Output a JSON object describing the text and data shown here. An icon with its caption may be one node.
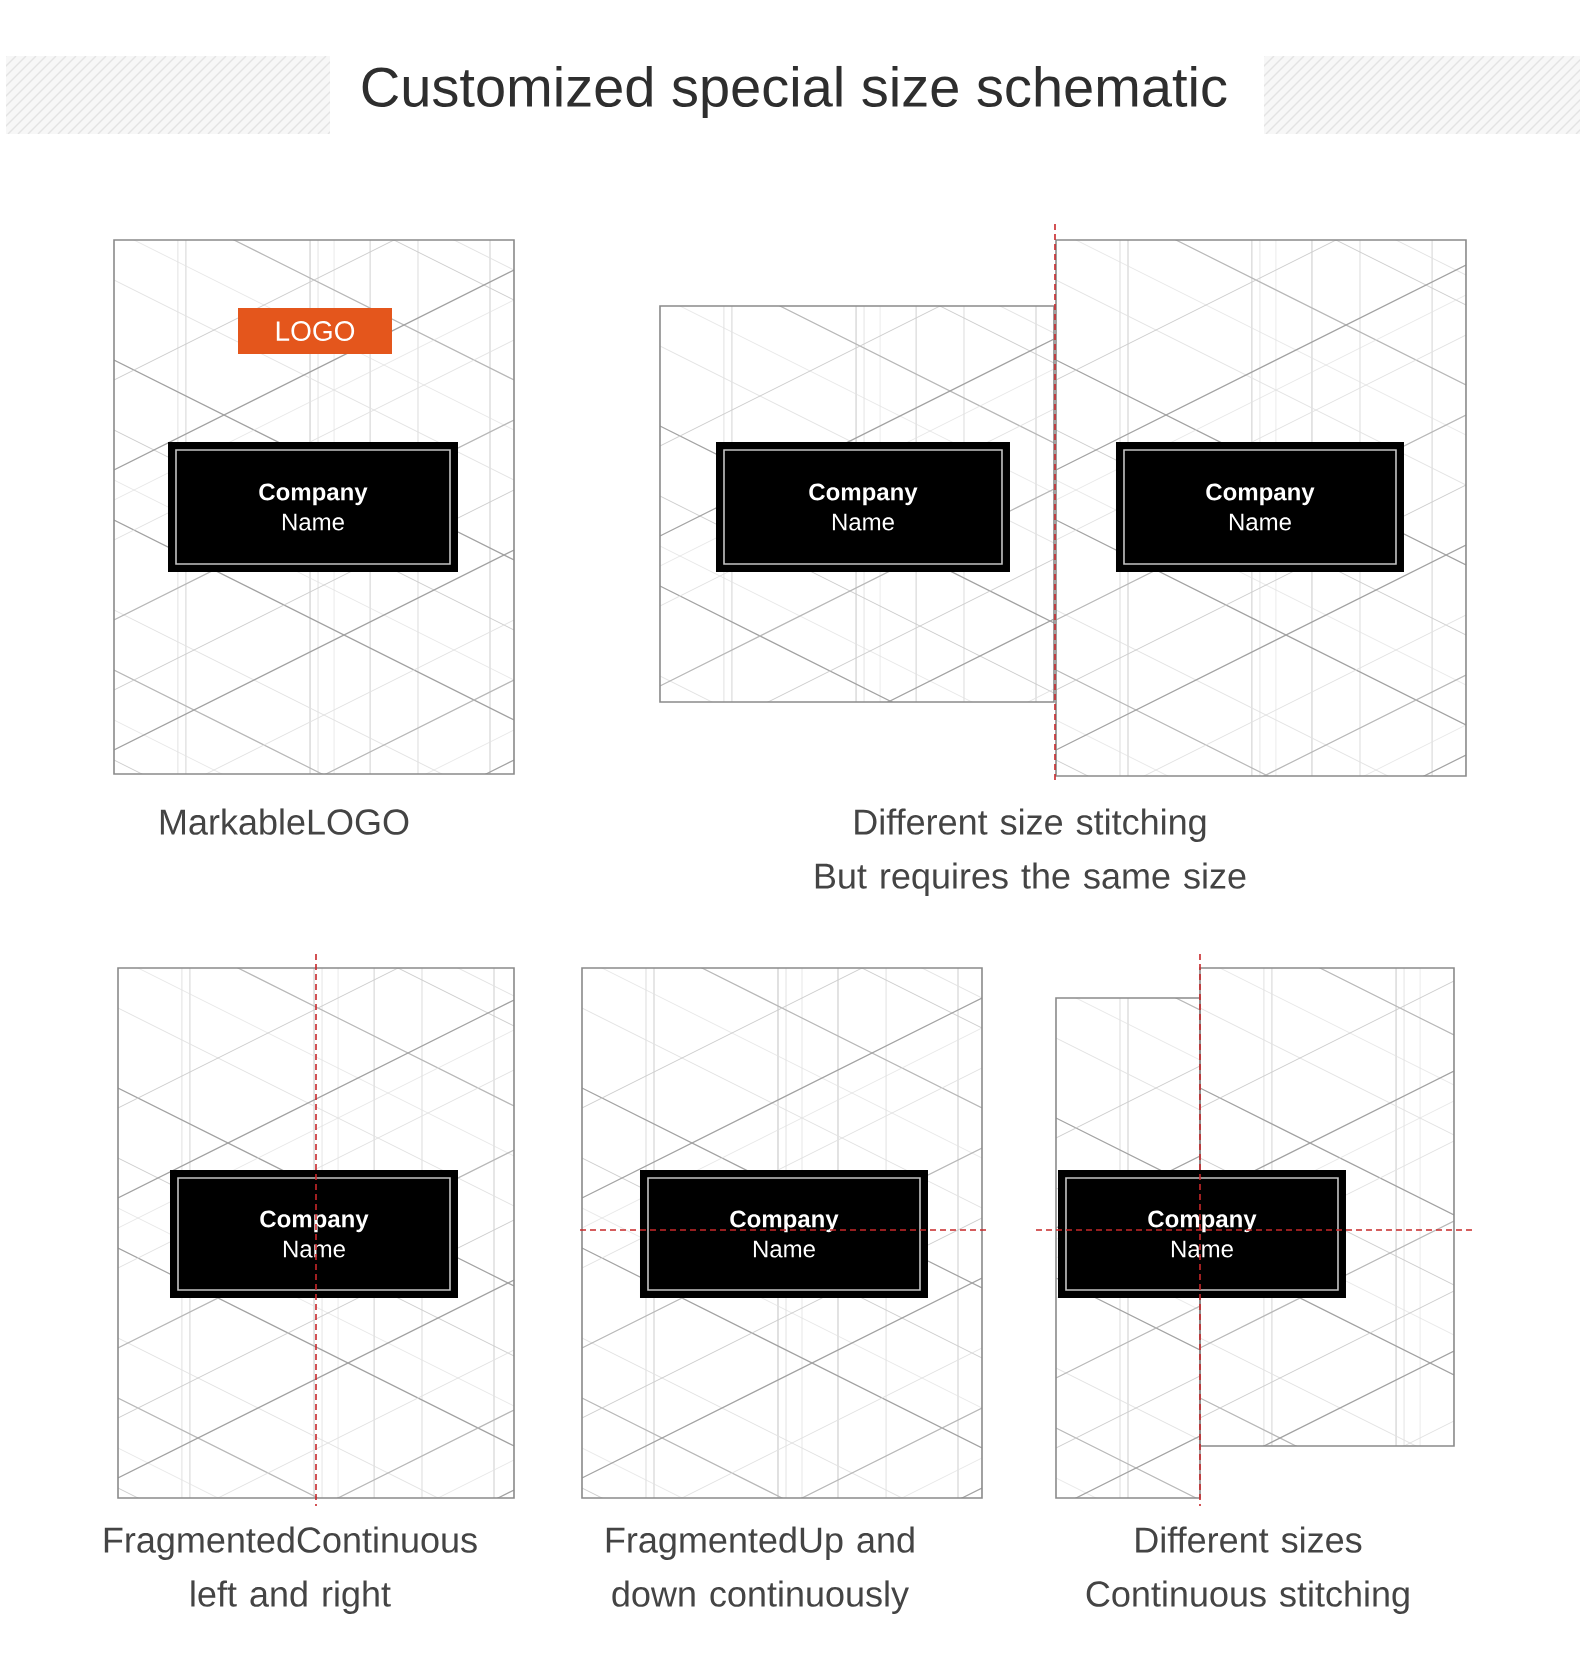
{
  "diagram": {
    "title": "Customized special size schematic",
    "nodes": [
      {
        "text": [],
        "shape": "box"
      },
      {
        "text": [
          "LOGO"
        ],
        "in": 0
      },
      {
        "text": [
          "**Company** Name"
        ],
        "in": 0
      },
      {
        "text": [],
        "shape": "box"
      },
      {
        "text": [
          "**Company** Name"
        ],
        "in": 3
      },
      {
        "text": [],
        "shape": "box"
      },
      {
        "text": [
          "**Company** Name"
        ],
        "in": 5
      },
      {
        "text": [],
        "shape": "box"
      },
      {
        "text": [
          "**Company** Name"
        ],
        "in": 7
      },
      {
        "text": [],
        "shape": "box"
      },
      {
        "text": [
          "**Company** Name"
        ],
        "in": 9
      },
      {
        "text": [],
        "shape": "box"
      },
      {
        "text": [],
        "shape": "box"
      },
      {
        "text": [
          "**Company** Name"
        ]
      }
    ],
    "labels": [
      "MarkableLOGO",
      "Different size stitching But requires the same size",
      "FragmentedContinuous left and right",
      "FragmentedUp and down continuously",
      "Different sizes Continuous stitching"
    ]
  }
}
